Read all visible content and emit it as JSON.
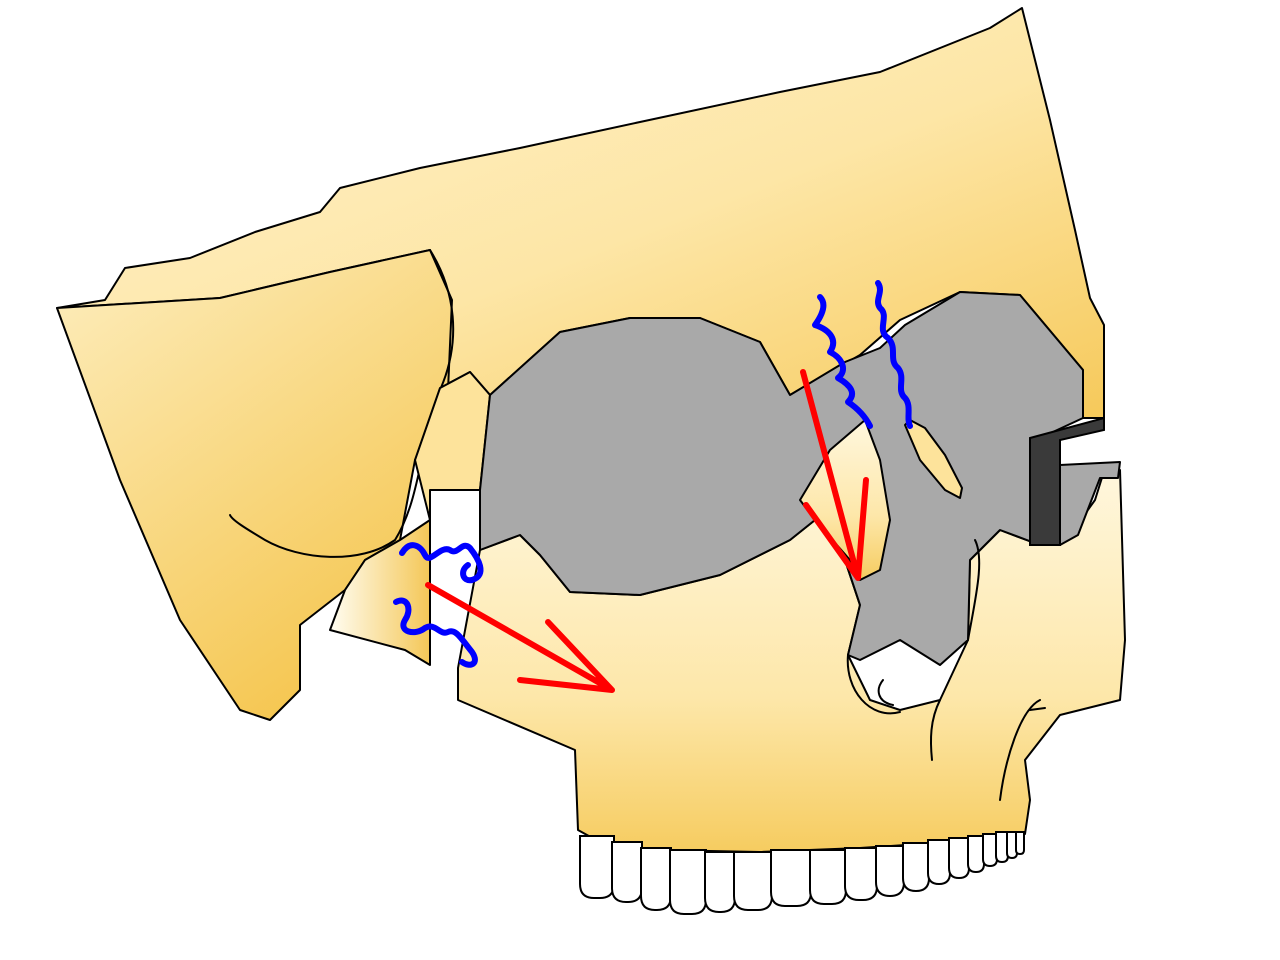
{
  "figure": {
    "subject": "skull-osteotomy",
    "colors": {
      "bone_light": "#fff6dc",
      "bone_mid": "#fde7a8",
      "bone_dark": "#f5c74e",
      "cavity": "#a9a9a9",
      "cavity_dark": "#3a3a3a",
      "teeth": "#ffffff",
      "outline": "#000000",
      "movement_arrow": "#ff0000",
      "wire_fixation": "#0000ff"
    },
    "arrows": [
      {
        "id": "zygomatic-advancement"
      },
      {
        "id": "orbital-rim-advancement"
      }
    ],
    "fixations": [
      {
        "id": "zygomatic-arch-wire-upper"
      },
      {
        "id": "zygomatic-arch-wire-lower"
      },
      {
        "id": "orbital-wire-left"
      },
      {
        "id": "orbital-wire-right"
      }
    ]
  }
}
